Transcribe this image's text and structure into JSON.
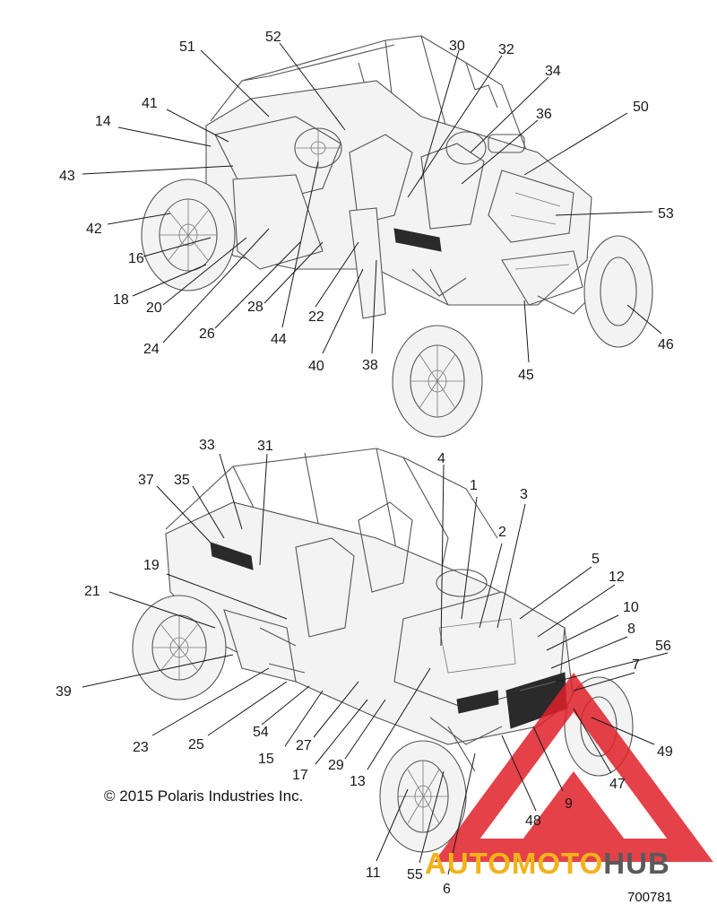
{
  "copyright": "© 2015 Polaris Industries Inc.",
  "part_number": "700781",
  "watermark": {
    "part1": "AUTOMOTO",
    "part2": "HUB",
    "color_red": "#e0202a",
    "color_gold": "#f2b21b",
    "color_gray": "#5a5a5a"
  },
  "callouts_top": [
    "51",
    "52",
    "30",
    "32",
    "34",
    "36",
    "50",
    "41",
    "14",
    "43",
    "42",
    "16",
    "18",
    "20",
    "24",
    "26",
    "28",
    "44",
    "22",
    "40",
    "38",
    "45",
    "46",
    "53"
  ],
  "callouts_bottom": [
    "33",
    "31",
    "37",
    "35",
    "4",
    "1",
    "3",
    "2",
    "5",
    "12",
    "10",
    "8",
    "56",
    "7",
    "19",
    "21",
    "39",
    "23",
    "25",
    "54",
    "15",
    "27",
    "17",
    "29",
    "13",
    "49",
    "47",
    "9",
    "48",
    "11",
    "55",
    "6"
  ]
}
